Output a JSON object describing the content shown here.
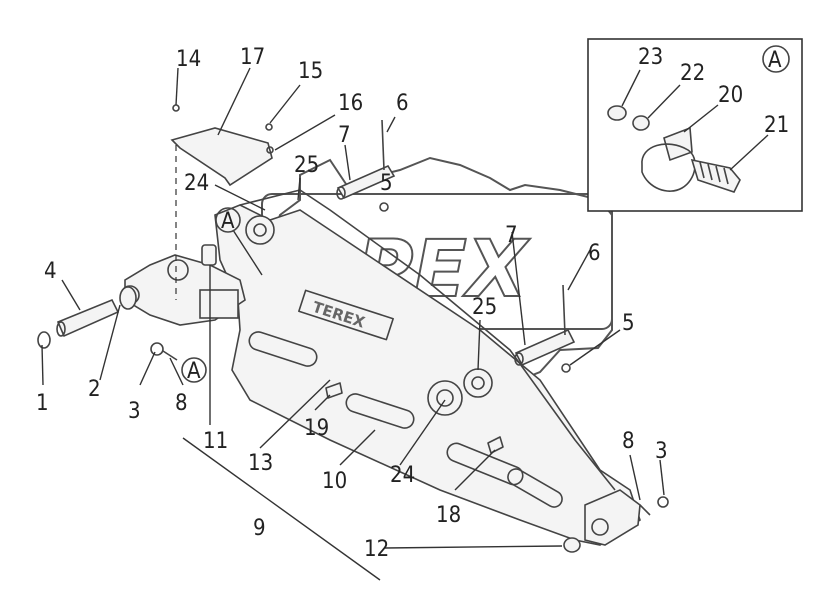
{
  "watermark": {
    "text": "OPEX"
  },
  "boom": {
    "brand_plate_text": "TEREX"
  },
  "detail": {
    "badge_label": "A"
  },
  "callouts": {
    "c1": "1",
    "c2": "2",
    "c3a": "3",
    "c3b": "3",
    "c4": "4",
    "c5a": "5",
    "c5b": "5",
    "c6a": "6",
    "c6b": "6",
    "c7a": "7",
    "c7b": "7",
    "c8a": "8",
    "c8b": "8",
    "c9": "9",
    "c10": "10",
    "c11": "11",
    "c12": "12",
    "c13": "13",
    "c14": "14",
    "c15": "15",
    "c16": "16",
    "c17": "17",
    "c18": "18",
    "c19": "19",
    "c20": "20",
    "c21": "21",
    "c22": "22",
    "c23": "23",
    "c24a": "24",
    "c24b": "24",
    "c25a": "25",
    "c25b": "25",
    "refA1": "A",
    "refA2": "A"
  }
}
